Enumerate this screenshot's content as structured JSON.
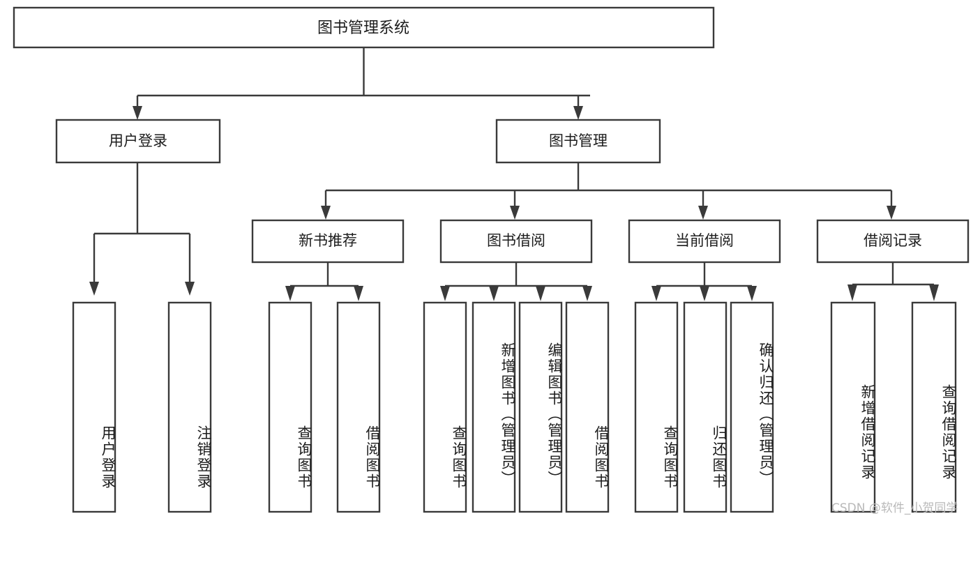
{
  "diagram": {
    "type": "tree",
    "title": "图书管理系统",
    "orientation": "top-down",
    "style": {
      "box_fill": "#ffffff",
      "box_stroke": "#3a3a3a",
      "connector_color": "#3a3a3a",
      "text_color": "#1c1c1c",
      "background": "#ffffff"
    },
    "root": {
      "label": "图书管理系统"
    },
    "level2": [
      {
        "label": "用户登录"
      },
      {
        "label": "图书管理"
      }
    ],
    "level3": [
      {
        "label": "新书推荐"
      },
      {
        "label": "图书借阅"
      },
      {
        "label": "当前借阅"
      },
      {
        "label": "借阅记录"
      }
    ],
    "leaves": {
      "user_login": [
        {
          "label": "用户登录"
        },
        {
          "label": "注销登录"
        }
      ],
      "new_book_recommend": [
        {
          "label": "查询图书"
        },
        {
          "label": "借阅图书"
        }
      ],
      "book_borrow": [
        {
          "label": "查询图书"
        },
        {
          "label": "新增图书（管理员）"
        },
        {
          "label": "编辑图书（管理员）"
        },
        {
          "label": "借阅图书"
        }
      ],
      "current_borrow": [
        {
          "label": "查询图书"
        },
        {
          "label": "归还图书"
        },
        {
          "label": "确认归还（管理员）"
        }
      ],
      "borrow_record": [
        {
          "label": "新增借阅记录"
        },
        {
          "label": "查询借阅记录"
        }
      ]
    },
    "watermark": "CSDN @软件_小贺同学"
  }
}
